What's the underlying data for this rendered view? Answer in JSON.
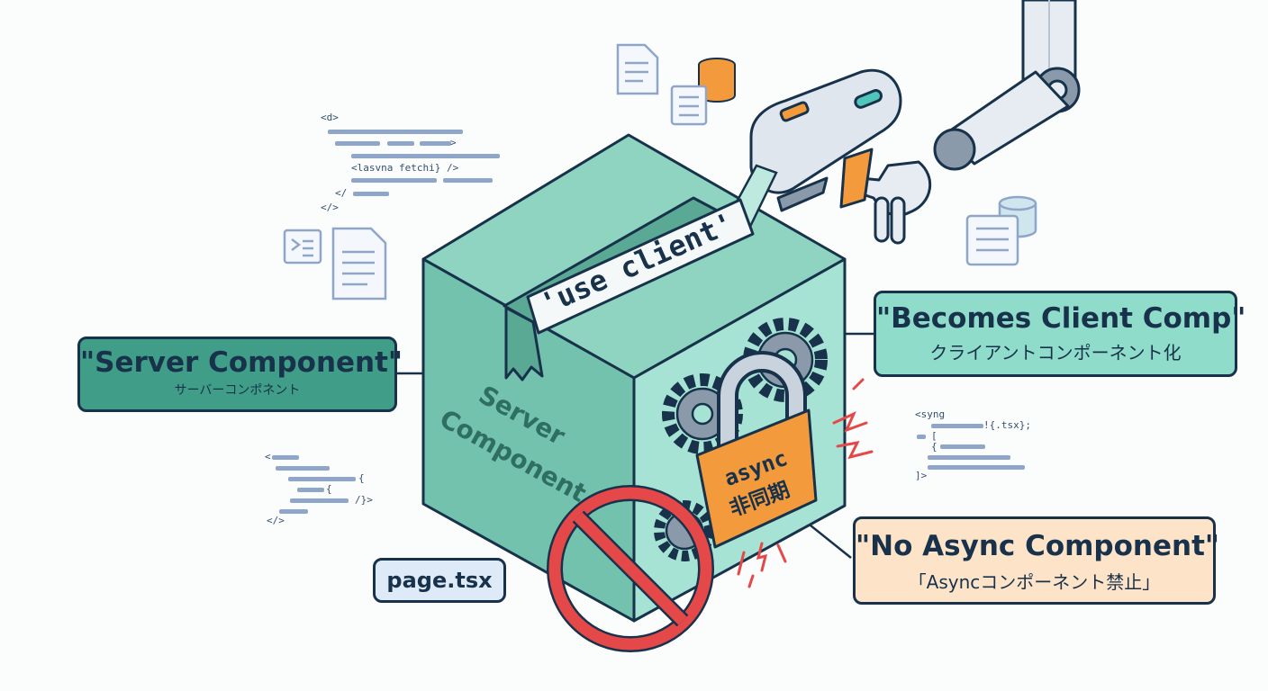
{
  "callouts": {
    "server": {
      "title": "\"Server Component\"",
      "subtitle": "サーバーコンポネント"
    },
    "client": {
      "title": "\"Becomes Client Comp\"",
      "subtitle": "クライアントコンポーネント化"
    },
    "async": {
      "title": "\"No Async Component\"",
      "subtitle": "「Asyncコンポーネント禁止」"
    }
  },
  "file_chip": "page.tsx",
  "box": {
    "face_label_line1": "Server",
    "face_label_line2": "Component"
  },
  "tape_label": "'use client'",
  "lock": {
    "label": "async",
    "label_jp": "非同期"
  },
  "code_snippets": {
    "top_left": [
      "<d>",
      "<lasvna fetchi} />",
      "</",
      "</>"
    ],
    "bottom_left": [
      "<",
      "{",
      "{",
      "/}>",
      "</>"
    ],
    "right": [
      "<syng",
      "!{.tsx};",
      "[",
      "{",
      "]>"
    ]
  },
  "icon_names": [
    "document-icon",
    "database-icon",
    "list-icon",
    "terminal-icon",
    "gear-icon",
    "prohibited-icon",
    "robot-arm-icon",
    "tape-gun-icon"
  ],
  "colors": {
    "outline": "#17324a",
    "server_green": "#3f9d88",
    "client_mint": "#8fdcca",
    "async_orange": "#f39b3c",
    "warning_red": "#e54848",
    "code_blue": "#8fa6c8"
  }
}
